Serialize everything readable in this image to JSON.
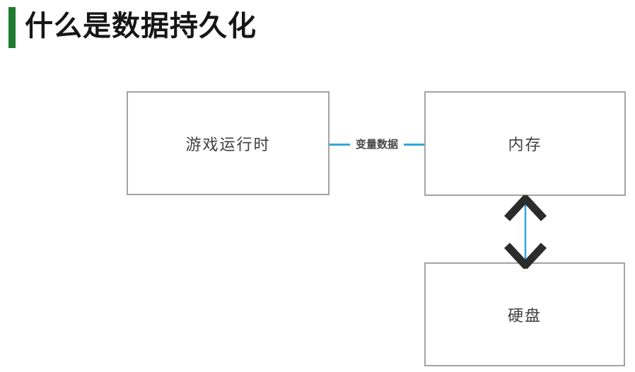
{
  "header": {
    "title": "什么是数据持久化",
    "accent_color": "#1e7b2f",
    "title_color": "#161616"
  },
  "diagram": {
    "nodes": [
      {
        "id": "game-runtime",
        "label": "游戏运行时"
      },
      {
        "id": "memory",
        "label": "内存"
      },
      {
        "id": "hard-disk",
        "label": "硬盘"
      }
    ],
    "edges": [
      {
        "from": "game-runtime",
        "to": "memory",
        "label": "变量数据",
        "style": "plain-line"
      },
      {
        "from": "memory",
        "to": "hard-disk",
        "label": "",
        "style": "double-headed-arrow"
      }
    ],
    "colors": {
      "connector_line": "#2ea8df",
      "arrow_head": "#2b2b2b",
      "box_border": "#a3a3a3",
      "box_text": "#3f3f3f",
      "edge_label_text": "#474747"
    }
  }
}
